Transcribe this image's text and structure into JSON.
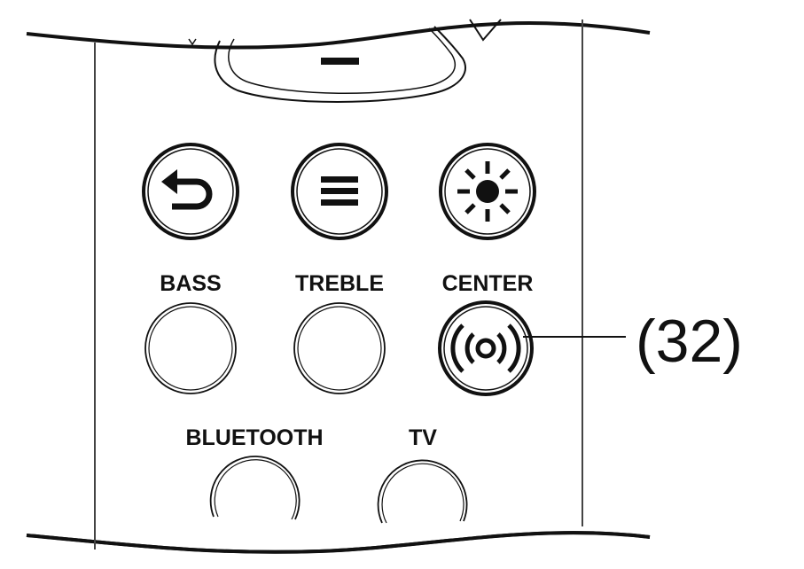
{
  "colors": {
    "ink": "#111111",
    "paper": "#ffffff",
    "body_line": "#444444"
  },
  "labels": {
    "bass": "BASS",
    "treble": "TREBLE",
    "center": "CENTER",
    "bluetooth": "BLUETOOTH",
    "tv": "TV"
  },
  "callout": {
    "text": "(32)"
  },
  "icons": {
    "minus": "minus-icon",
    "back": "return-arrow-icon",
    "menu": "menu-icon",
    "brightness": "brightness-icon",
    "center": "wireless-broadcast-icon"
  }
}
